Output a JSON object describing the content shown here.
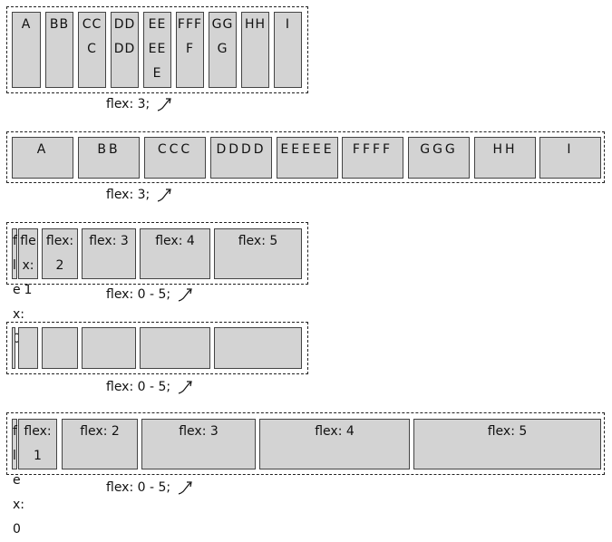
{
  "examples": [
    {
      "items": [
        "A",
        "BB",
        "CCC",
        "DDDD",
        "EEEEE",
        "FFFF",
        "GGG",
        "HH",
        "I"
      ],
      "caption": "flex: 3;",
      "arrow_icon": "curved-arrow-icon"
    },
    {
      "items": [
        "A",
        "BB",
        "CCC",
        "DDDD",
        "EEEEE",
        "FFFF",
        "GGG",
        "HH",
        "I"
      ],
      "caption": "flex: 3;",
      "arrow_icon": "curved-arrow-icon"
    },
    {
      "items": [
        "flex: 0",
        "flex: 1",
        "flex: 2",
        "flex: 3",
        "flex: 4",
        "flex: 5"
      ],
      "caption": "flex: 0 - 5;",
      "arrow_icon": "curved-arrow-icon"
    },
    {
      "items": [
        "",
        "",
        "",
        "",
        "",
        ""
      ],
      "caption": "flex: 0 - 5;",
      "arrow_icon": "curved-arrow-icon"
    },
    {
      "items": [
        "flex: 0",
        "flex: 1",
        "flex: 2",
        "flex: 3",
        "flex: 4",
        "flex: 5"
      ],
      "caption": "flex: 0 - 5;",
      "arrow_icon": "curved-arrow-icon"
    }
  ],
  "colors": {
    "box_fill": "#d3d3d3",
    "box_border": "#444444",
    "container_border": "#222222"
  }
}
